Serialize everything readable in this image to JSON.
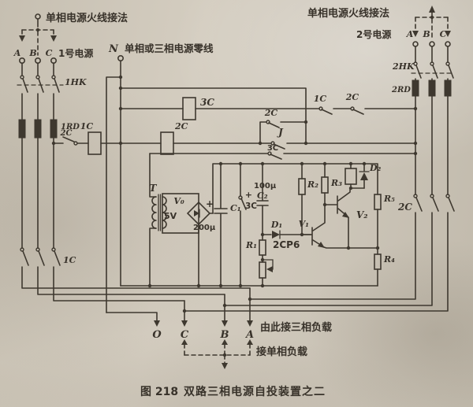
{
  "labels": {
    "hookup_note_left": "单相电源火线接法",
    "hookup_note_right": "单相电源火线接法",
    "source1_name": "1号电源",
    "source2_name": "2号电源",
    "phase_a": "A",
    "phase_b": "B",
    "phase_c": "C",
    "neutral_terminal": "N",
    "neutral_note": "单相或三相电源零线",
    "switch_1hk": "1HK",
    "fuse_1rd": "1RD",
    "switch_2hk": "2HK",
    "fuse_2rd": "2RD",
    "coil_1c": "1C",
    "coil_2c": "2C",
    "coil_3c": "3C",
    "nc_2c_left": "2C",
    "nc_1c": "1C",
    "nc_2c": "2C",
    "no_2c_parallel": "2C",
    "relay_contact_j": "J",
    "no_3c_outer": "3C",
    "main_1c": "1C",
    "main_2c": "2C",
    "transformer_t": "T",
    "rectifier_v0": "V₀",
    "secondary_5v": "5V",
    "cap_c1": "C₁",
    "cap_c1_value": "200μ",
    "cap_c2": "C₂",
    "cap_c2_value": "100μ",
    "plus": "+",
    "contact_3c_inner": "3C",
    "res_r1": "R₁",
    "res_r2": "R₂",
    "res_r3": "R₃",
    "res_r4": "R₄",
    "res_r5": "R₅",
    "diode_d1": "D₁",
    "diode_d1_type": "2CP6",
    "diode_d2": "D₂",
    "transistor_v1": "V₁",
    "transistor_v2": "V₂",
    "out_o": "O",
    "out_c": "C",
    "out_b": "B",
    "out_a": "A",
    "three_phase_note": "由此接三相负载",
    "single_phase_note": "接单相负载",
    "caption_number": "图 218",
    "caption_title": "双路三相电源自投装置之二"
  }
}
